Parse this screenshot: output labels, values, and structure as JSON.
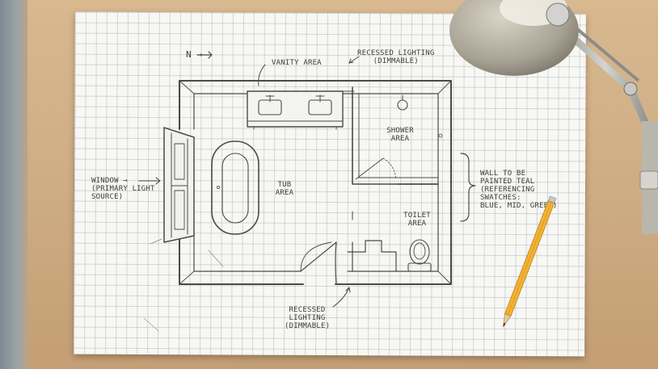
{
  "north_label": "N →",
  "labels": {
    "vanity": "VANITY AREA",
    "recessed_top": [
      "RECESSED LIGHTING",
      "(DIMMABLE)"
    ],
    "shower": [
      "SHOWER",
      "AREA"
    ],
    "tub": [
      "TUB",
      "AREA"
    ],
    "toilet": [
      "TOILET",
      "AREA"
    ],
    "window": [
      "WINDOW →",
      "(PRIMARY LIGHT",
      "SOURCE)"
    ],
    "wall_note": [
      "WALL TO BE",
      "PAINTED TEAL",
      "(REFERENCING",
      "SWATCHES:",
      "BLUE, MID, GREEN)"
    ],
    "recessed_bottom": [
      "RECESSED",
      "LIGHTING",
      "(DIMMABLE)"
    ]
  },
  "icons": [
    "lamp-icon",
    "pencil-icon",
    "sink-icon",
    "toilet-icon",
    "bathtub-icon",
    "shower-head-icon",
    "window-icon",
    "door-swing-icon"
  ]
}
